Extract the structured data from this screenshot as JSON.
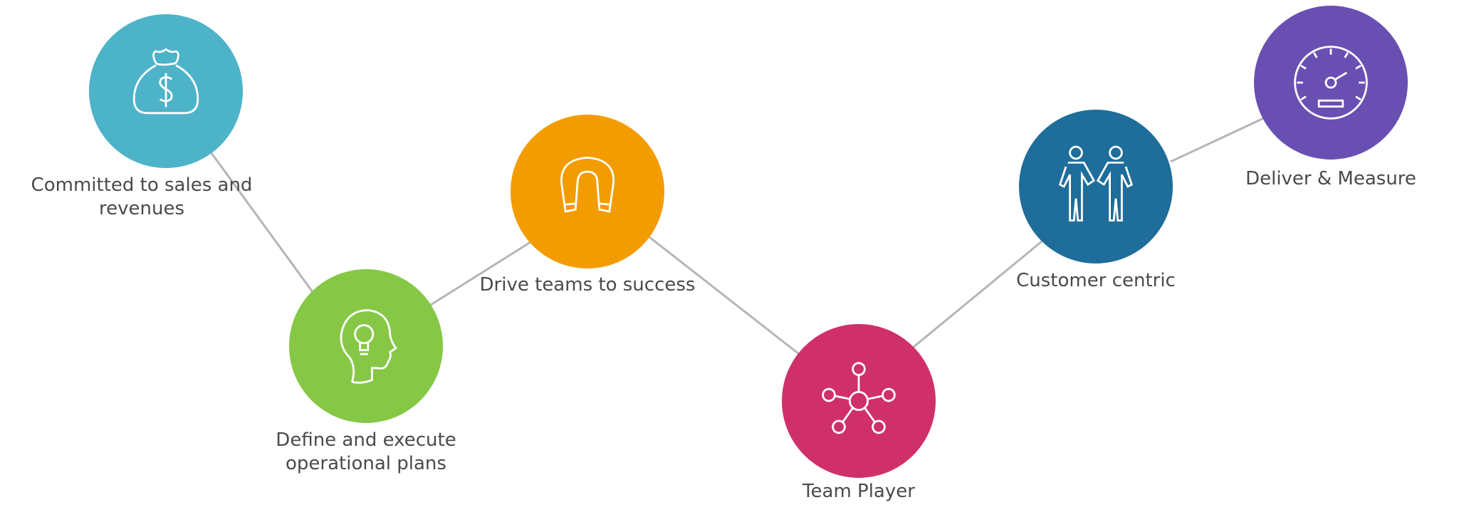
{
  "steps": [
    {
      "line1": "Committed to sales and",
      "line2": "revenues",
      "icon": "money-bag-icon",
      "color": "#4db3c8"
    },
    {
      "line1": "Define and execute",
      "line2": "operational plans",
      "icon": "head-lightbulb-icon",
      "color": "#86c846"
    },
    {
      "line1": "Drive teams to success",
      "icon": "magnet-icon",
      "color": "#f39c00"
    },
    {
      "line1": "Team Player",
      "icon": "network-icon",
      "color": "#d0306a"
    },
    {
      "line1": "Customer centric",
      "icon": "handshake-people-icon",
      "color": "#1e6d9a"
    },
    {
      "line1": "Deliver & Measure",
      "icon": "speedometer-icon",
      "color": "#6a4fb3"
    }
  ]
}
